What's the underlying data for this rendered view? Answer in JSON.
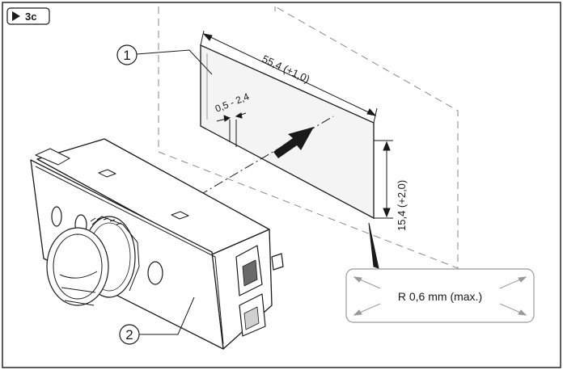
{
  "figure": {
    "step_label": "3c",
    "step_icon": "play-triangle-icon"
  },
  "callouts": [
    {
      "number": "1"
    },
    {
      "number": "2"
    }
  ],
  "dimensions": {
    "width": "55,4 (+1,0)",
    "height": "15,4 (+2,0)",
    "wall_thickness": "0,5 - 2,4"
  },
  "detail": {
    "radius_note": "R 0,6 mm (max.)"
  },
  "colors": {
    "line": "#1a1a1a",
    "dashed": "#8a8a8a",
    "cutout_fill": "#f4f4f4",
    "detail_stroke": "#999999"
  }
}
